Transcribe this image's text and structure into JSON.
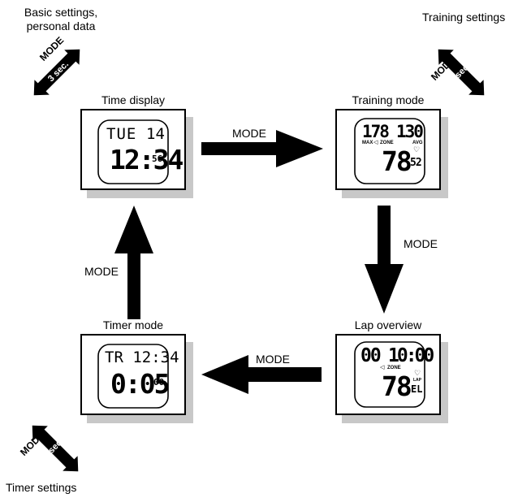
{
  "corner_labels": {
    "top_left_line1": "Basic settings,",
    "top_left_line2": "personal data",
    "top_right": "Training settings",
    "bottom_left": "Timer settings"
  },
  "hold_arrows": {
    "mode_label": "MODE",
    "hold_label": "3 sec."
  },
  "screens": {
    "time_display": {
      "title": "Time display",
      "day": "TUE",
      "date": "14",
      "time": "12:34",
      "seconds": "56"
    },
    "training_mode": {
      "title": "Training mode",
      "max_value": "178",
      "avg_value": "130",
      "max_label": "MAX",
      "zone_label": "ZONE",
      "avg_label": "AVG",
      "zone_value": "78",
      "heart_rate": "52"
    },
    "lap_overview": {
      "title": "Lap overview",
      "lap_left": "00",
      "lap_right": "10:00",
      "zone_label": "ZONE",
      "zone_value": "78",
      "lap_label": "LAP",
      "lap_code": "EL"
    },
    "timer_mode": {
      "title": "Timer mode",
      "header": "TR 12:34",
      "time": "0:05",
      "hundredths": "00"
    }
  },
  "transitions": {
    "time_to_training": "MODE",
    "training_to_lap": "MODE",
    "lap_to_timer": "MODE",
    "timer_to_time": "MODE"
  }
}
